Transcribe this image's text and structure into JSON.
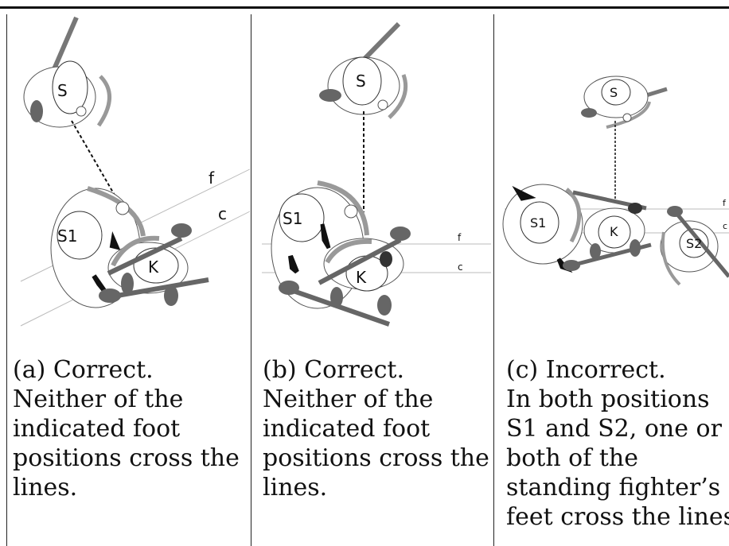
{
  "panels": [
    {
      "labels": {
        "standing": "S",
        "new_position": "S1",
        "kneeling": "K",
        "line_f": "f",
        "line_c": "c"
      },
      "caption": [
        "(a) Correct.",
        "Neither of the",
        "indicated foot",
        "positions cross the",
        "lines."
      ]
    },
    {
      "labels": {
        "standing": "S",
        "new_position": "S1",
        "kneeling": "K",
        "line_f": "f",
        "line_c": "c"
      },
      "caption": [
        "(b) Correct.",
        "Neither of the",
        "indicated foot",
        "positions cross the",
        "lines."
      ]
    },
    {
      "labels": {
        "standing": "S",
        "position_1": "S1",
        "kneeling": "K",
        "position_2": "S2",
        "line_f": "f",
        "line_c": "c"
      },
      "caption": [
        "(c) Incorrect.",
        "In both positions",
        "S1 and S2, one or",
        "both of the",
        "standing fighter’s",
        "feet cross the lines."
      ]
    }
  ]
}
